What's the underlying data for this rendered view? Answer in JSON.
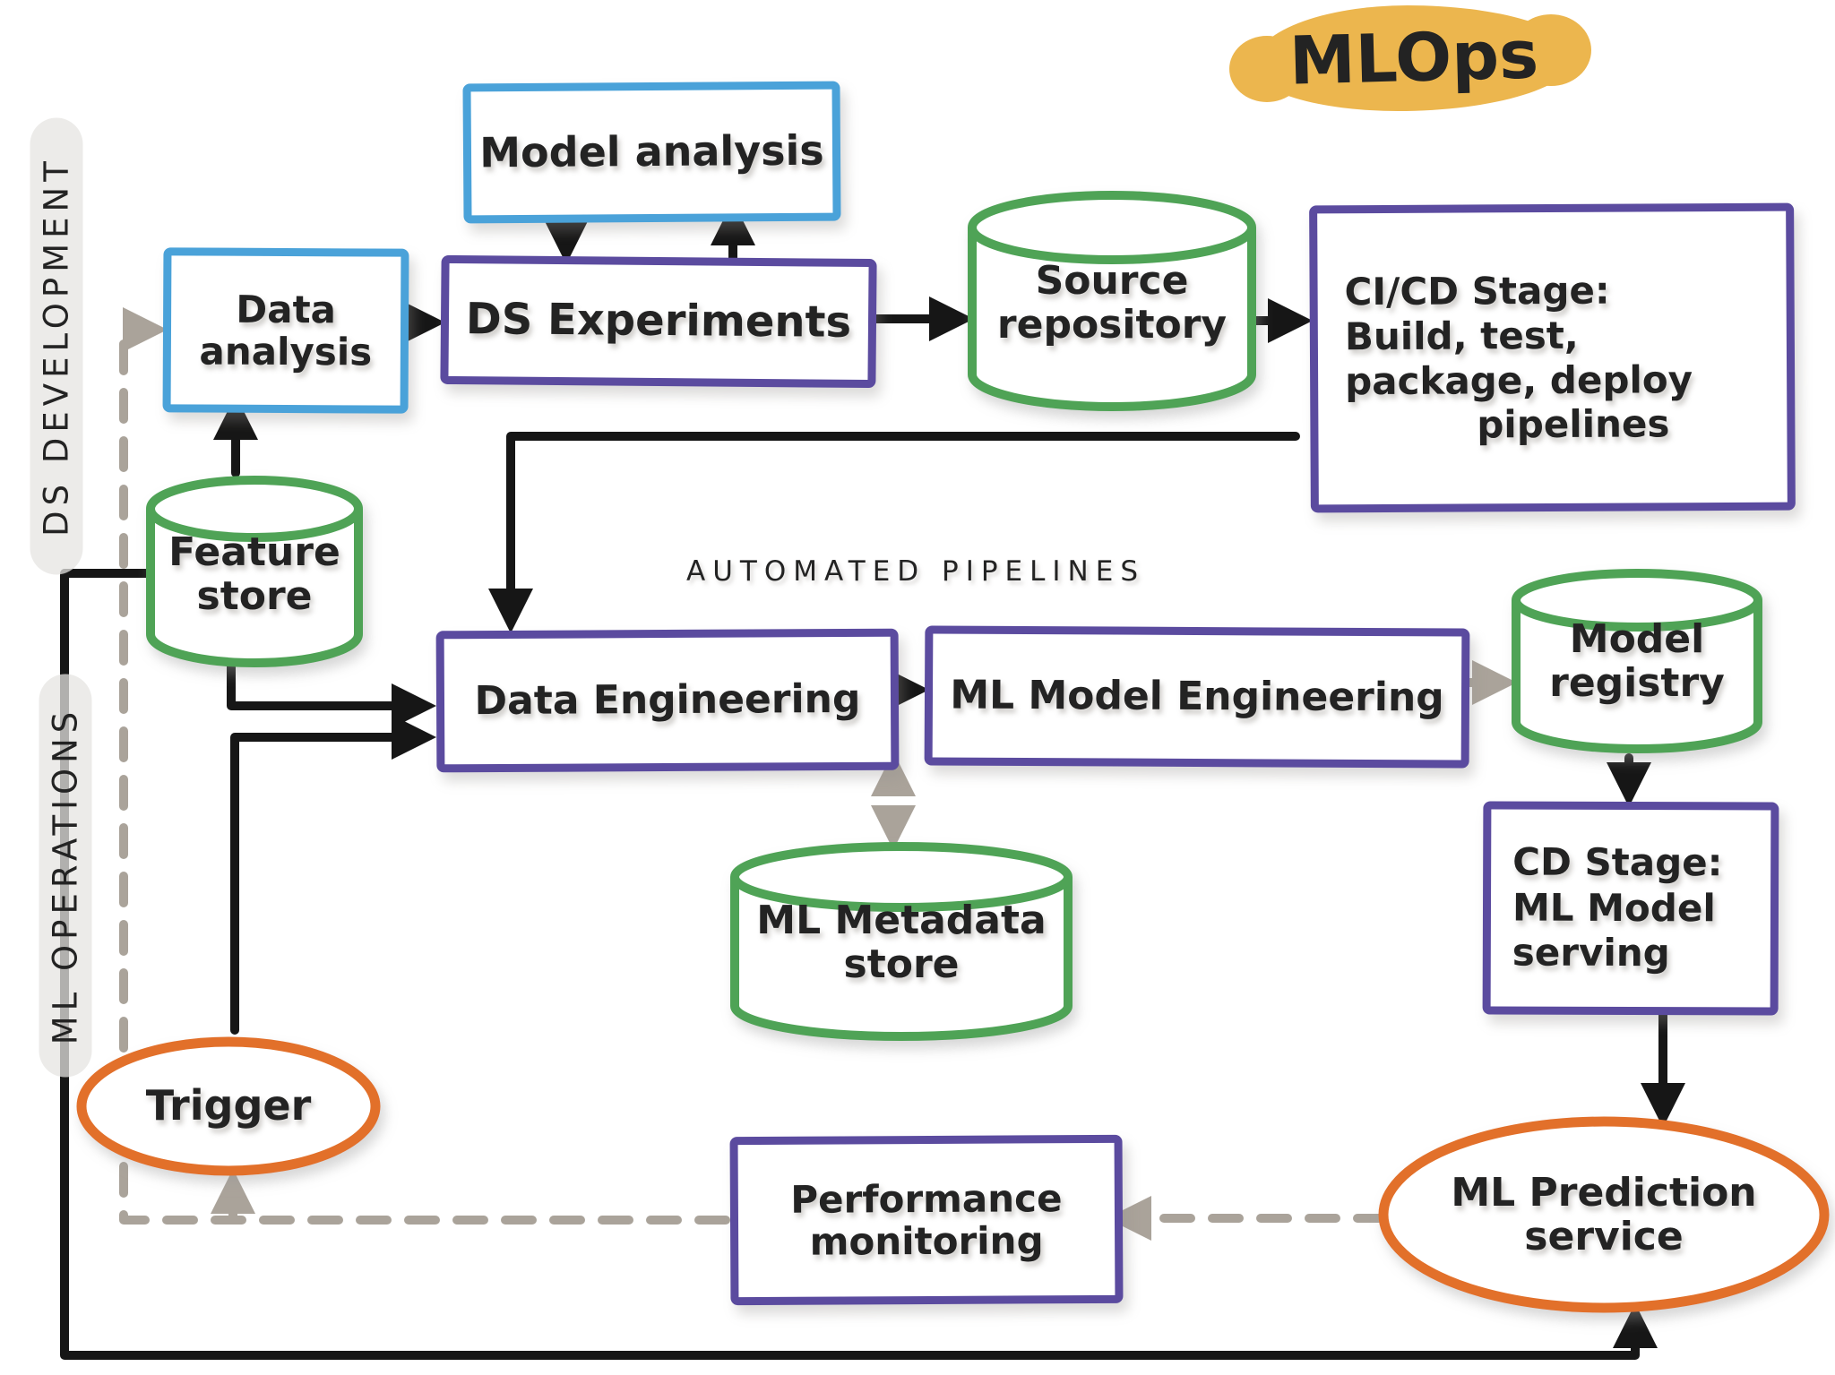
{
  "title": "MLOps",
  "lanes": {
    "ds_development": "DS DEVELOPMENT",
    "ml_operations": "ML OPERATIONS"
  },
  "section_label": "AUTOMATED PIPELINES",
  "nodes": {
    "model_analysis": {
      "lines": [
        "Model analysis"
      ]
    },
    "data_analysis": {
      "lines": [
        "Data",
        "analysis"
      ]
    },
    "ds_experiments": {
      "lines": [
        "DS Experiments"
      ]
    },
    "source_repository": {
      "lines": [
        "Source",
        "repository"
      ]
    },
    "cicd_stage": {
      "lines": [
        "CI/CD Stage:",
        "Build, test,",
        "package, deploy",
        "pipelines"
      ]
    },
    "feature_store": {
      "lines": [
        "Feature",
        "store"
      ]
    },
    "data_engineering": {
      "lines": [
        "Data Engineering"
      ]
    },
    "ml_model_engineering": {
      "lines": [
        "ML Model Engineering"
      ]
    },
    "model_registry": {
      "lines": [
        "Model",
        "registry"
      ]
    },
    "ml_metadata_store": {
      "lines": [
        "ML Metadata",
        "store"
      ]
    },
    "cd_stage": {
      "lines": [
        "CD Stage:",
        "ML Model",
        "serving"
      ]
    },
    "trigger": {
      "lines": [
        "Trigger"
      ]
    },
    "performance_monitoring": {
      "lines": [
        "Performance",
        "monitoring"
      ]
    },
    "ml_prediction_service": {
      "lines": [
        "ML Prediction",
        "service"
      ]
    }
  },
  "colors": {
    "box_purple": "#5b4b9f",
    "box_blue": "#4aa2d9",
    "cylinder_green": "#4fa357",
    "ellipse_orange": "#e2702a",
    "arrow_black": "#161616",
    "arrow_gray": "#aaa39a",
    "highlight_yellow": "#ecb64e",
    "text": "#232323"
  }
}
